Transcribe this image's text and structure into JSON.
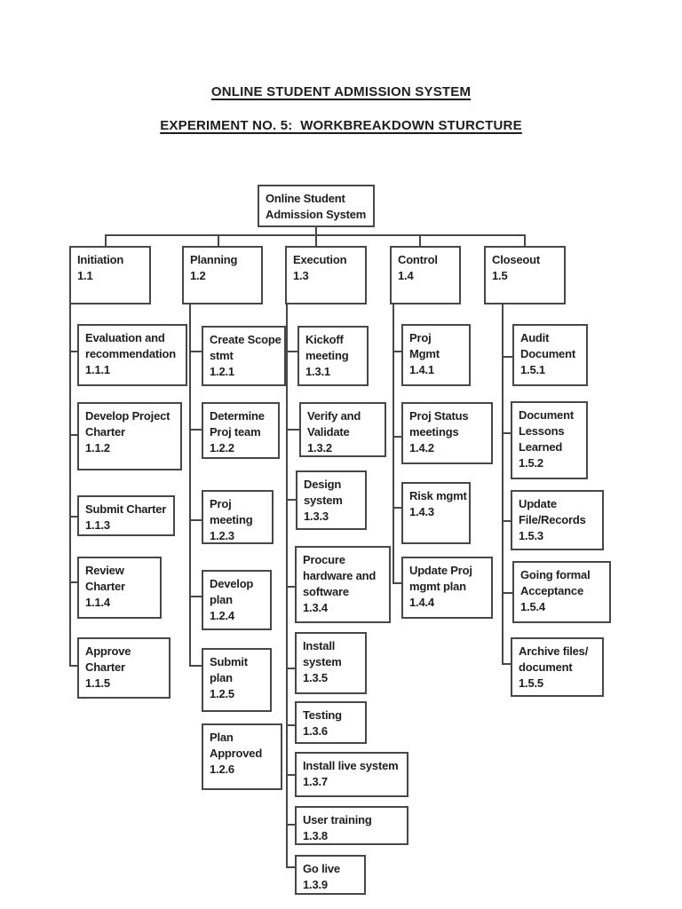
{
  "document": {
    "title": "ONLINE STUDENT ADMISSION SYSTEM",
    "subtitle": "EXPERIMENT NO. 5:  WORKBREAKDOWN STURCTURE"
  },
  "diagram": {
    "type": "work-breakdown-structure",
    "root": {
      "lines": [
        "Online Student",
        "Admission System"
      ]
    },
    "phases": [
      {
        "name": "Initiation",
        "code": "1.1",
        "children": [
          {
            "lines": [
              "Evaluation and",
              "recommendation"
            ],
            "code": "1.1.1"
          },
          {
            "lines": [
              "Develop Project",
              "Charter"
            ],
            "code": "1.1.2"
          },
          {
            "lines": [
              "Submit Charter"
            ],
            "code": "1.1.3"
          },
          {
            "lines": [
              "Review",
              "Charter"
            ],
            "code": "1.1.4"
          },
          {
            "lines": [
              "Approve",
              "Charter"
            ],
            "code": "1.1.5"
          }
        ]
      },
      {
        "name": "Planning",
        "code": "1.2",
        "children": [
          {
            "lines": [
              "Create Scope",
              "stmt"
            ],
            "code": "1.2.1"
          },
          {
            "lines": [
              "Determine",
              "Proj team"
            ],
            "code": "1.2.2"
          },
          {
            "lines": [
              "Proj",
              "meeting"
            ],
            "code": "1.2.3"
          },
          {
            "lines": [
              "Develop",
              "plan"
            ],
            "code": "1.2.4"
          },
          {
            "lines": [
              "Submit",
              "plan"
            ],
            "code": "1.2.5"
          },
          {
            "lines": [
              "Plan",
              "Approved"
            ],
            "code": "1.2.6"
          }
        ]
      },
      {
        "name": "Execution",
        "code": "1.3",
        "children": [
          {
            "lines": [
              "Kickoff",
              "meeting"
            ],
            "code": "1.3.1"
          },
          {
            "lines": [
              "Verify and",
              "Validate"
            ],
            "code": "1.3.2"
          },
          {
            "lines": [
              "Design",
              "system"
            ],
            "code": "1.3.3"
          },
          {
            "lines": [
              "Procure",
              "hardware and",
              "software"
            ],
            "code": "1.3.4"
          },
          {
            "lines": [
              "Install",
              "system"
            ],
            "code": "1.3.5"
          },
          {
            "lines": [
              "Testing"
            ],
            "code": "1.3.6"
          },
          {
            "lines": [
              "Install live system"
            ],
            "code": "1.3.7"
          },
          {
            "lines": [
              "User training"
            ],
            "code": "1.3.8"
          },
          {
            "lines": [
              "Go live"
            ],
            "code": "1.3.9"
          }
        ]
      },
      {
        "name": "Control",
        "code": "1.4",
        "children": [
          {
            "lines": [
              "Proj",
              "Mgmt"
            ],
            "code": "1.4.1"
          },
          {
            "lines": [
              "Proj Status",
              "meetings"
            ],
            "code": "1.4.2"
          },
          {
            "lines": [
              "Risk mgmt"
            ],
            "code": "1.4.3"
          },
          {
            "lines": [
              "Update Proj",
              "mgmt plan"
            ],
            "code": "1.4.4"
          }
        ]
      },
      {
        "name": "Closeout",
        "code": "1.5",
        "children": [
          {
            "lines": [
              "Audit",
              "Document"
            ],
            "code": "1.5.1"
          },
          {
            "lines": [
              "Document",
              "Lessons",
              "Learned"
            ],
            "code": "1.5.2"
          },
          {
            "lines": [
              "Update",
              "File/Records"
            ],
            "code": "1.5.3"
          },
          {
            "lines": [
              "Going formal",
              "Acceptance"
            ],
            "code": "1.5.4"
          },
          {
            "lines": [
              "Archive files/",
              "document"
            ],
            "code": "1.5.5"
          }
        ]
      }
    ]
  }
}
